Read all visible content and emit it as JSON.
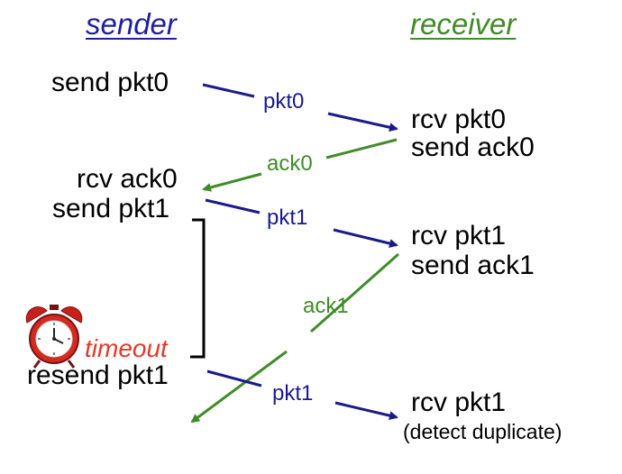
{
  "headers": {
    "sender": "sender",
    "receiver": "receiver"
  },
  "sender_events": {
    "send_pkt0": "send pkt0",
    "rcv_ack0": "rcv ack0",
    "send_pkt1": "send pkt1",
    "timeout": "timeout",
    "resend_pkt1": "resend pkt1"
  },
  "receiver_events": {
    "rcv_pkt0": "rcv pkt0",
    "send_ack0": "send ack0",
    "rcv_pkt1": "rcv pkt1",
    "send_ack1": "send ack1",
    "rcv_pkt1_dup": "rcv pkt1",
    "detect_duplicate": "(detect duplicate)"
  },
  "messages": {
    "pkt0": "pkt0",
    "ack0": "ack0",
    "pkt1_first": "pkt1",
    "ack1": "ack1",
    "pkt1_resend": "pkt1"
  },
  "colors": {
    "packet": "#1a1a8c",
    "ack": "#3f8c28",
    "timeout": "#e5372b",
    "sender_header": "#1f1f9c",
    "receiver_header": "#3f8c28"
  },
  "icons": {
    "timer": "alarm-clock-icon"
  }
}
